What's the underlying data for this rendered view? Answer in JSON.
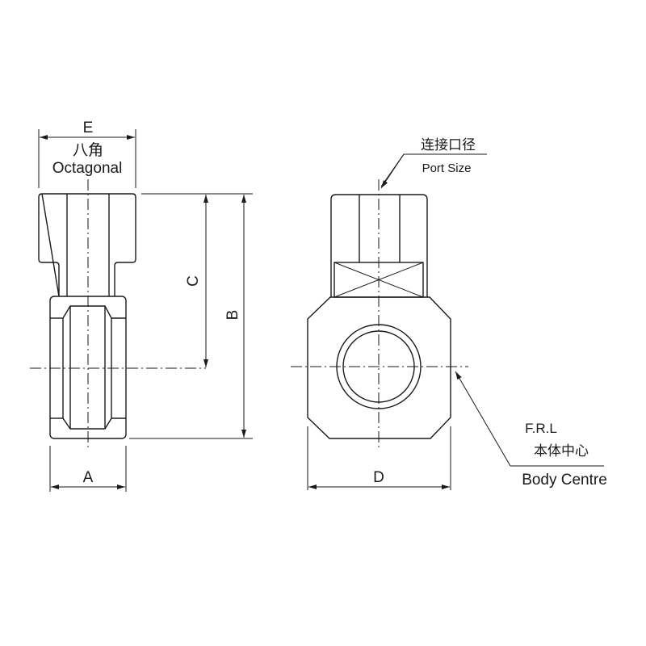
{
  "labels": {
    "dim_e": "E",
    "octagonal_cn": "八角",
    "octagonal_en": "Octagonal",
    "dim_c": "C",
    "dim_b": "B",
    "dim_a": "A",
    "dim_d": "D",
    "port_size_cn": "连接口径",
    "port_size_en": "Port Size",
    "frl": "F.R.L",
    "body_centre_cn": "本体中心",
    "body_centre_en": "Body Centre"
  },
  "colors": {
    "line": "#1a1a1a",
    "background": "#ffffff"
  }
}
